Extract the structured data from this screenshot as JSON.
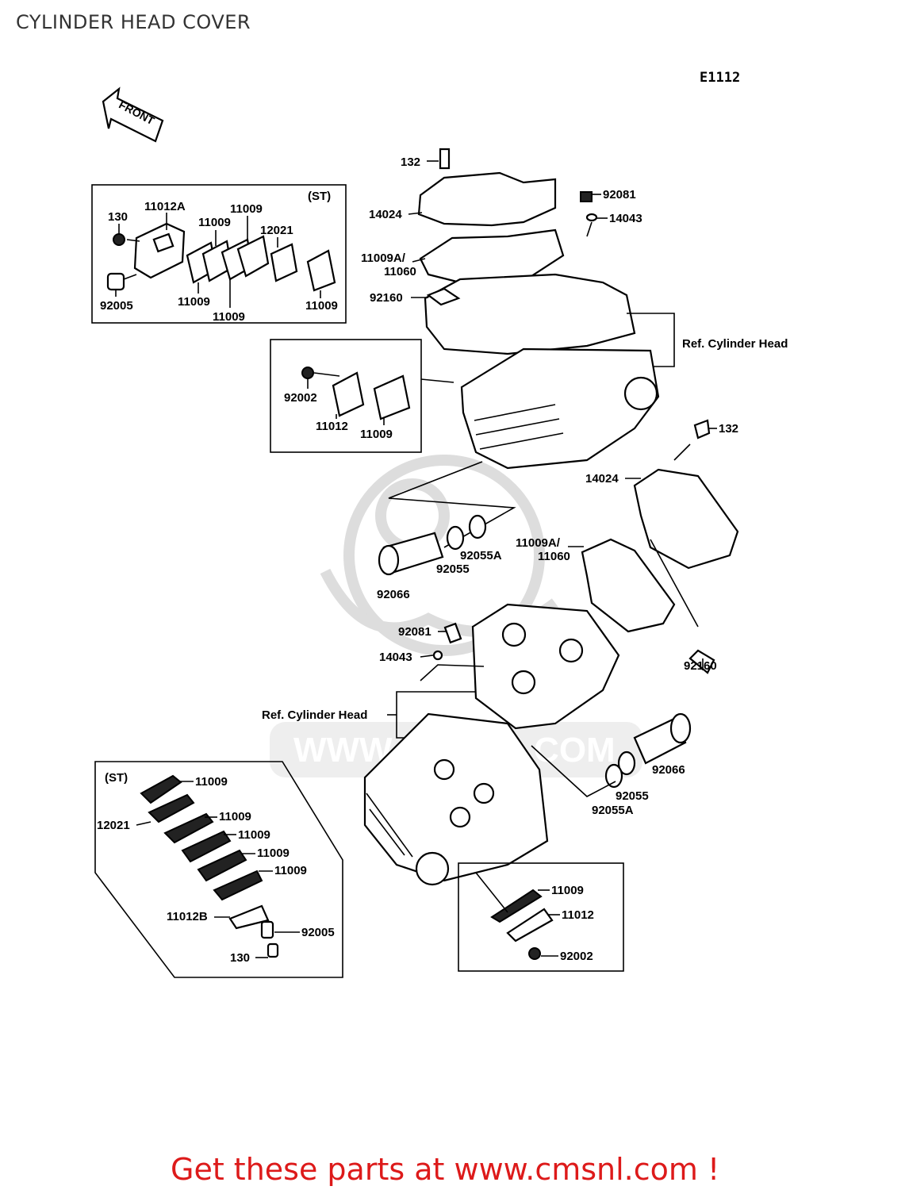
{
  "title": "CYLINDER HEAD COVER",
  "diagram_code": "E1112",
  "front_label": "FRONT",
  "footer": "Get these parts at www.cmsnl.com !",
  "watermark": "WWW.CMSNL.COM",
  "ref_cylinder_head": "Ref. Cylinder Head",
  "st_label": "(ST)",
  "labels": {
    "p132_top": "132",
    "p14024_top": "14024",
    "p92081_top": "92081",
    "p14043_top": "14043",
    "p11009a_top": "11009A/",
    "p11060_top": "11060",
    "p92160_top": "92160",
    "p130_tl": "130",
    "p11012a": "11012A",
    "p11009_tl1": "11009",
    "p11009_tl2": "11009",
    "p12021_tl": "12021",
    "p92005_tl": "92005",
    "p11009_tl3": "11009",
    "p11009_tl4": "11009",
    "p11009_tl5": "11009",
    "p92002_m": "92002",
    "p11012_m": "11012",
    "p11009_m": "11009",
    "p132_r": "132",
    "p14024_r": "14024",
    "p11009a_r": "11009A/",
    "p11060_r": "11060",
    "p92160_r": "92160",
    "p92055a_m": "92055A",
    "p92055_m": "92055",
    "p92066_m": "92066",
    "p92081_m": "92081",
    "p14043_m": "14043",
    "p92066_r": "92066",
    "p92055_r": "92055",
    "p92055a_r": "92055A",
    "p11009_b1": "11009",
    "p12021_b": "12021",
    "p11009_b2": "11009",
    "p11009_b3": "11009",
    "p11009_b4": "11009",
    "p11009_b5": "11009",
    "p11012b": "11012B",
    "p92005_b": "92005",
    "p130_b": "130",
    "p11009_br": "11009",
    "p11012_br": "11012",
    "p92002_br": "92002"
  }
}
